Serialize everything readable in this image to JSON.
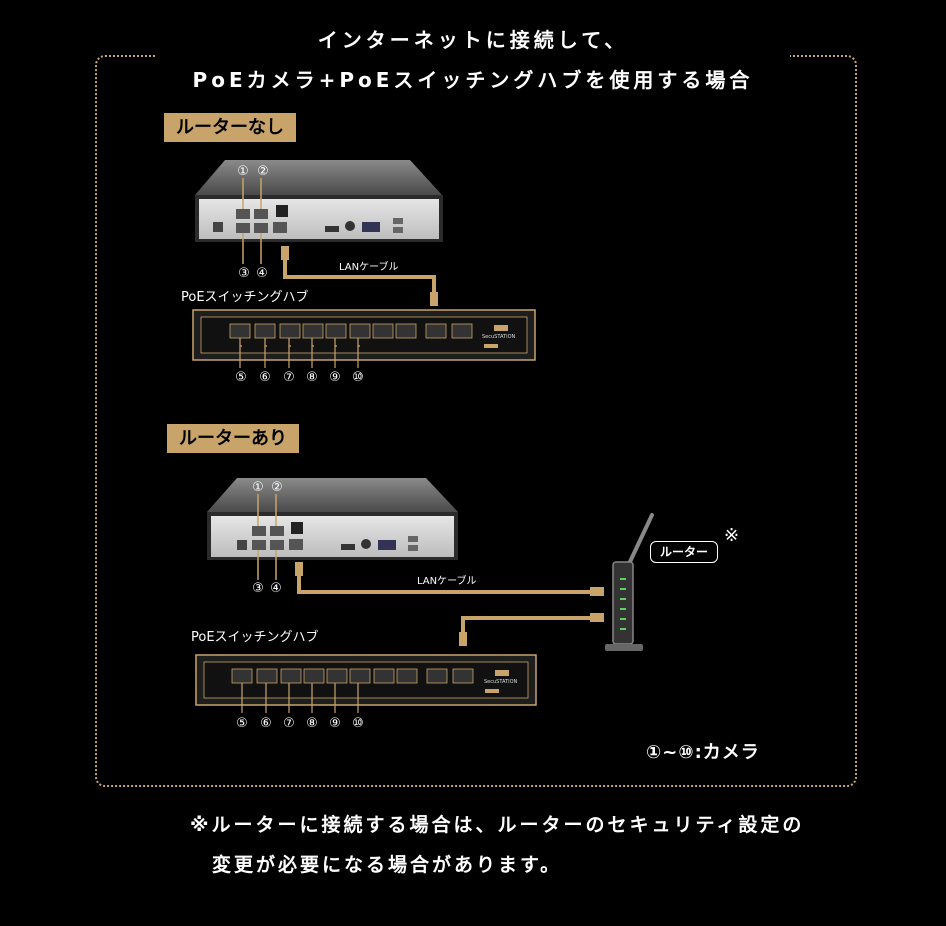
{
  "title": {
    "line1": "インターネットに接続して、",
    "line2": "PoEカメラ+PoEスイッチングハブを使用する場合"
  },
  "section1": {
    "label": "ルーターなし",
    "cable_label": "LANケーブル",
    "hub_label": "PoEスイッチングハブ",
    "nvr_ports_top": [
      "①",
      "②"
    ],
    "nvr_ports_bottom": [
      "③",
      "④"
    ],
    "hub_ports": [
      "⑤",
      "⑥",
      "⑦",
      "⑧",
      "⑨",
      "⑩"
    ]
  },
  "section2": {
    "label": "ルーターあり",
    "cable_label": "LANケーブル",
    "hub_label": "PoEスイッチングハブ",
    "nvr_ports_top": [
      "①",
      "②"
    ],
    "nvr_ports_bottom": [
      "③",
      "④"
    ],
    "hub_ports": [
      "⑤",
      "⑥",
      "⑦",
      "⑧",
      "⑨",
      "⑩"
    ],
    "router_label": "ルーター",
    "router_note_mark": "※"
  },
  "hub_brand": "SecuSTATION",
  "legend": "①~⑩:カメラ",
  "bottom_note": {
    "line1": "※ルーターに接続する場合は、ルーターのセキュリティ設定の",
    "line2": "変更が必要になる場合があります。"
  },
  "colors": {
    "accent": "#c9a46a",
    "cable": "#c9a46a",
    "device_body": "#2a2a2a",
    "device_top": "#6a6a6a",
    "led": "#5fd35f"
  }
}
